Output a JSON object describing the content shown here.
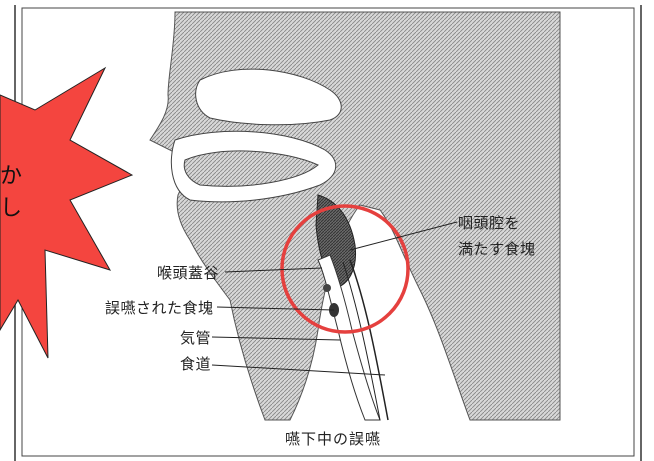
{
  "labels": {
    "pharyngeal_cavity_line1": "咽頭腔を",
    "pharyngeal_cavity_line2": "満たす食塊",
    "vallecula": "喉頭蓋谷",
    "aspirated_bolus": "誤嚥された食塊",
    "trachea": "気管",
    "esophagus": "食道"
  },
  "caption": "嚥下中の誤嚥",
  "burst": {
    "line1": "か",
    "line2": "し"
  },
  "colors": {
    "highlight_circle": "#e5403e",
    "burst_fill": "#f4453f",
    "tissue_hatch": "#9a9a9a",
    "line_ink": "#222222"
  }
}
